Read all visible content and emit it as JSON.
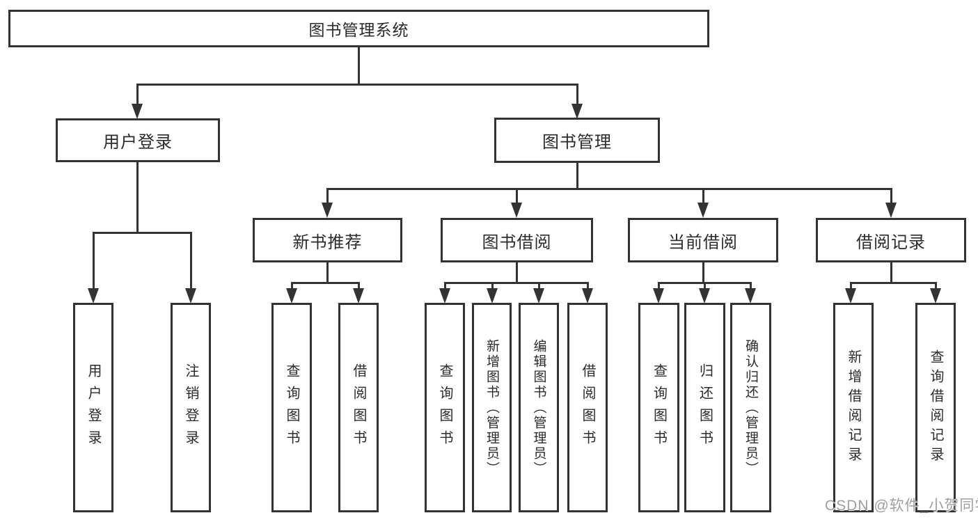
{
  "diagram_title": "图书管理系统",
  "tree": {
    "label": "图书管理系统",
    "children": [
      {
        "label": "用户登录",
        "children": [
          {
            "label": "用户登录"
          },
          {
            "label": "注销登录"
          }
        ]
      },
      {
        "label": "图书管理",
        "children": [
          {
            "label": "新书推荐",
            "children": [
              {
                "label": "查询图书"
              },
              {
                "label": "借阅图书"
              }
            ]
          },
          {
            "label": "图书借阅",
            "children": [
              {
                "label": "查询图书"
              },
              {
                "label": "新增图书（管理员）"
              },
              {
                "label": "编辑图书（管理员）"
              },
              {
                "label": "借阅图书"
              }
            ]
          },
          {
            "label": "当前借阅",
            "children": [
              {
                "label": "查询图书"
              },
              {
                "label": "归还图书"
              },
              {
                "label": "确认归还（管理员）"
              }
            ]
          },
          {
            "label": "借阅记录",
            "children": [
              {
                "label": "新增借阅记录"
              },
              {
                "label": "查询借阅记录"
              }
            ]
          }
        ]
      }
    ]
  },
  "watermark": {
    "text": "CSDN @软件_小贺同学"
  },
  "colors": {
    "line": "#333333",
    "box_border": "#333333",
    "text": "#2b2b2b",
    "watermark": "#9f9f9f",
    "background": "#ffffff"
  }
}
